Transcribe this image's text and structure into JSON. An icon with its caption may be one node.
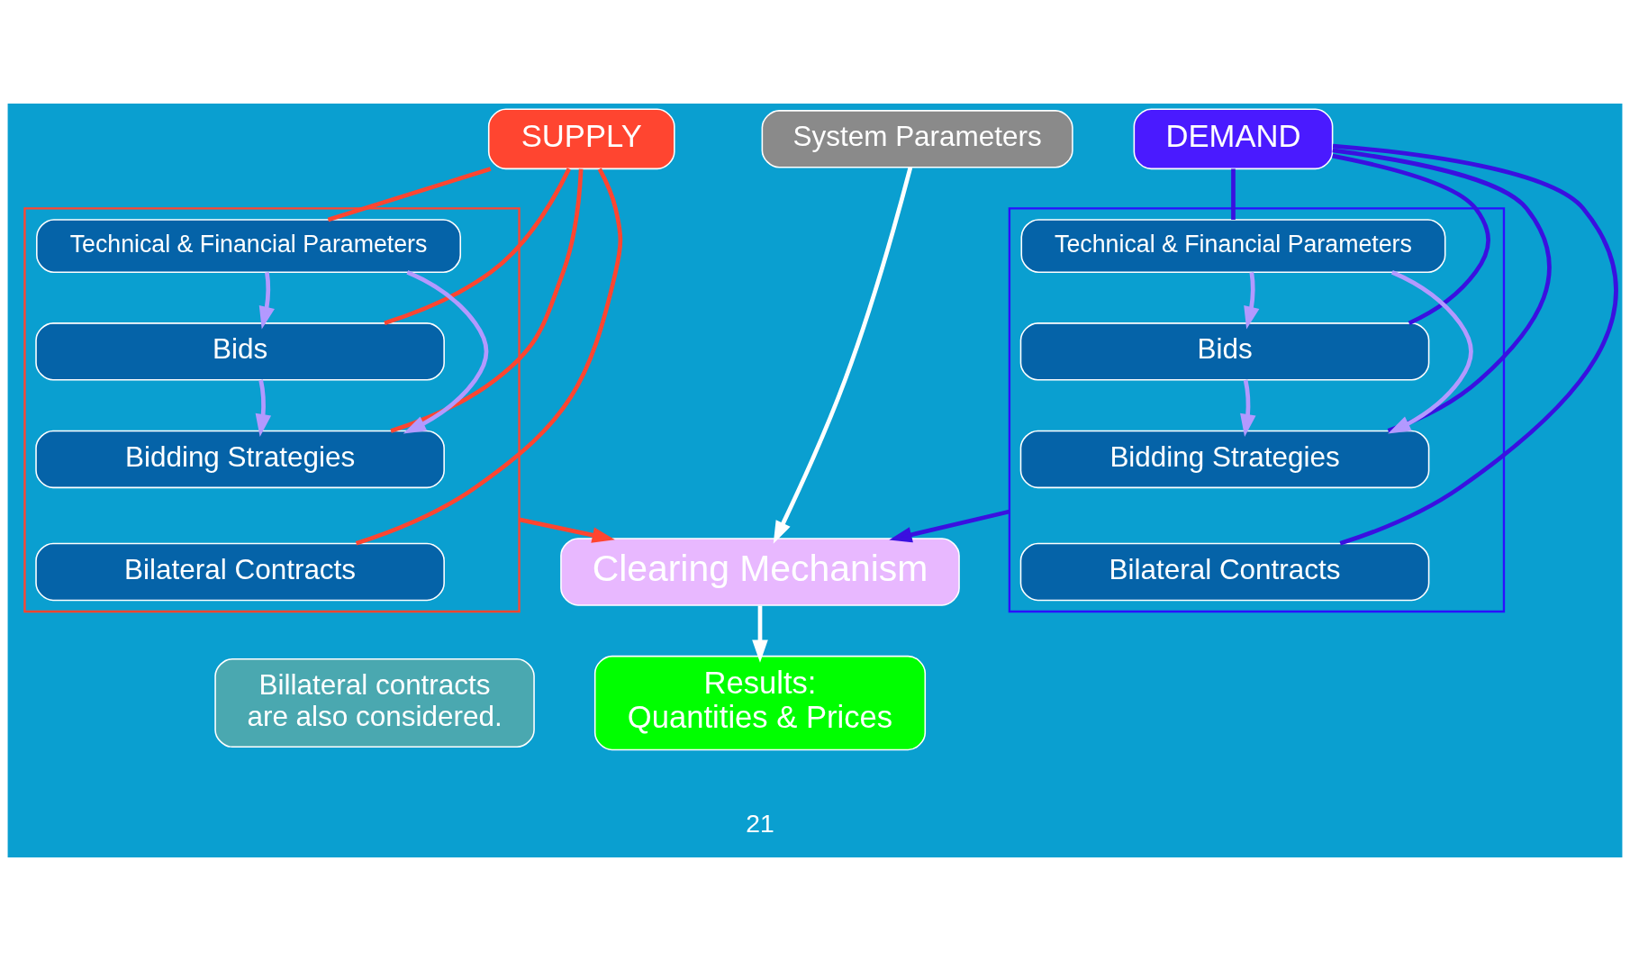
{
  "diagram": {
    "nodes": [
      {
        "text": [
          "SUPPLY"
        ]
      },
      {
        "text": [],
        "shape": "box"
      },
      {
        "text": [
          "Technical & Financial Parameters"
        ],
        "in": 1
      },
      {
        "text": [
          "Bids"
        ],
        "in": 1
      },
      {
        "text": [
          "Bidding Strategies"
        ],
        "in": 1
      },
      {
        "text": [
          "Bilateral Contracts"
        ],
        "in": 1
      },
      {
        "text": [
          "System Parameters"
        ]
      },
      {
        "text": [
          "DEMAND"
        ]
      },
      {
        "text": [],
        "shape": "box"
      },
      {
        "text": [
          "Technical & Financial Parameters"
        ],
        "in": 8
      },
      {
        "text": [
          "Bids"
        ],
        "in": 8
      },
      {
        "text": [
          "Bidding Strategies"
        ],
        "in": 8
      },
      {
        "text": [
          "Bilateral Contracts"
        ],
        "in": 8
      },
      {
        "text": [
          "Clearing Mechanism"
        ]
      },
      {
        "text": [
          "Results:",
          "Quantities & Prices"
        ]
      },
      {
        "text": [
          "Billateral contracts are also considered."
        ]
      }
    ],
    "edges": [
      {
        "from": 0,
        "to": 2,
        "arrow": "none",
        "color": "#ff4530"
      },
      {
        "from": 0,
        "to": 3,
        "arrow": "none",
        "color": "#ff4530"
      },
      {
        "from": 0,
        "to": 4,
        "arrow": "none",
        "color": "#ff4530"
      },
      {
        "from": 0,
        "to": 5,
        "arrow": "none",
        "color": "#ff4530"
      },
      {
        "from": 2,
        "to": 3,
        "arrow": "to",
        "color": "#b399ff"
      },
      {
        "from": 3,
        "to": 4,
        "arrow": "to",
        "color": "#b399ff"
      },
      {
        "from": 2,
        "to": 4,
        "arrow": "to",
        "color": "#b399ff"
      },
      {
        "from": 7,
        "to": 9,
        "arrow": "none",
        "color": "#3a10e0"
      },
      {
        "from": 7,
        "to": 10,
        "arrow": "none",
        "color": "#3a10e0"
      },
      {
        "from": 7,
        "to": 11,
        "arrow": "none",
        "color": "#3a10e0"
      },
      {
        "from": 7,
        "to": 12,
        "arrow": "none",
        "color": "#3a10e0"
      },
      {
        "from": 9,
        "to": 10,
        "arrow": "to",
        "color": "#b399ff"
      },
      {
        "from": 10,
        "to": 11,
        "arrow": "to",
        "color": "#b399ff"
      },
      {
        "from": 9,
        "to": 11,
        "arrow": "to",
        "color": "#b399ff"
      },
      {
        "from": 1,
        "to": 13,
        "arrow": "to",
        "color": "#ff4530"
      },
      {
        "from": 6,
        "to": 13,
        "arrow": "to",
        "color": "#ffffff"
      },
      {
        "from": 8,
        "to": 13,
        "arrow": "to",
        "color": "#3a10e0"
      },
      {
        "from": 13,
        "to": 14,
        "arrow": "to",
        "color": "#ffffff"
      }
    ],
    "labels": [
      "21"
    ]
  }
}
